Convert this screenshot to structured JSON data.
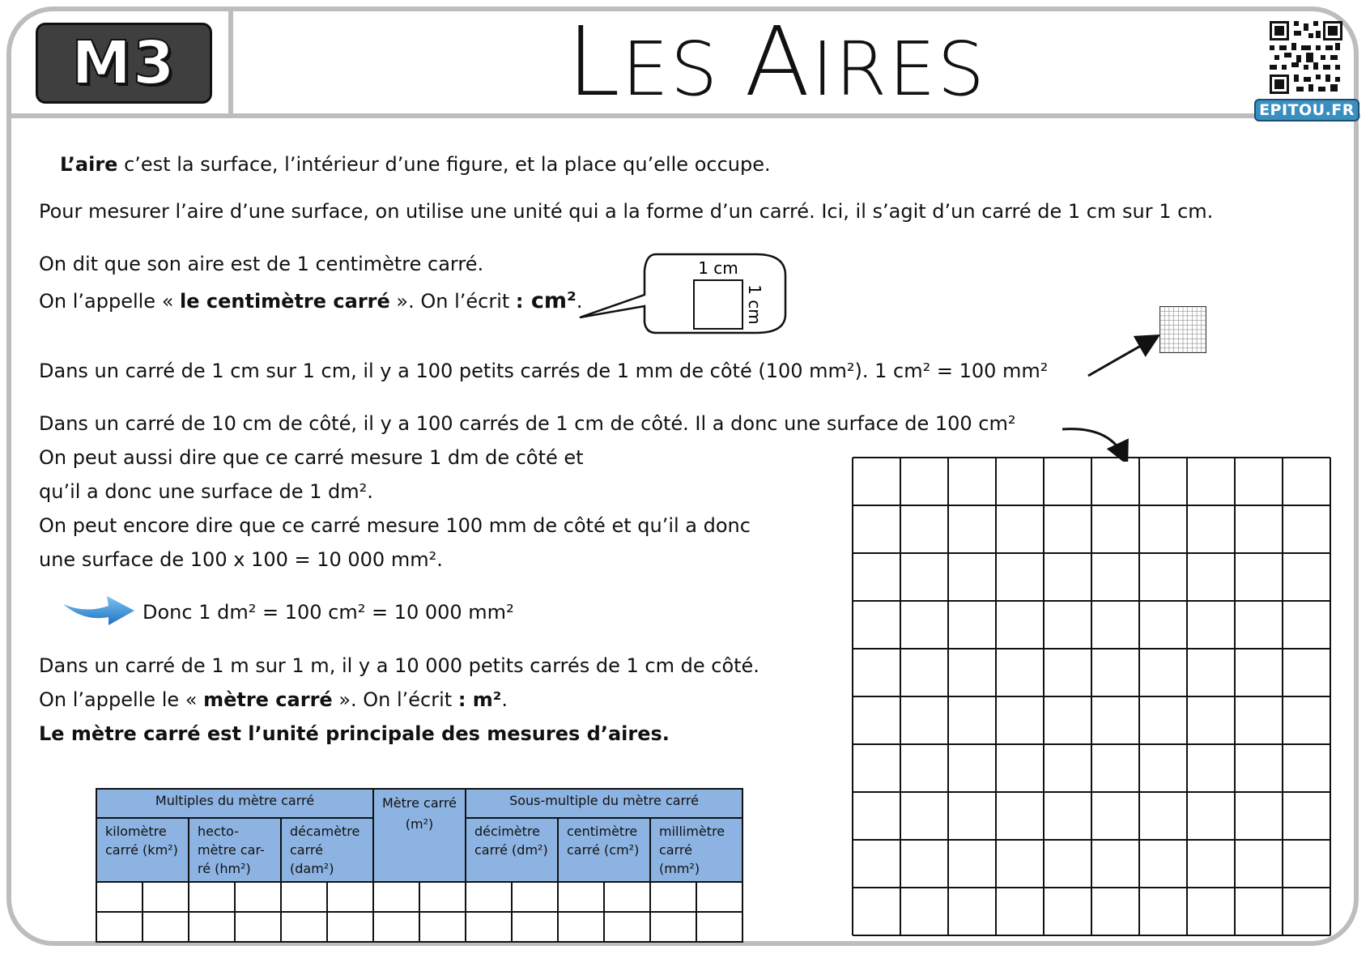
{
  "header": {
    "badge": "M3",
    "title_first": "L",
    "title_rest": "ES ",
    "title_second": "A",
    "title_second_rest": "IRES",
    "brand": "EPITOU.FR"
  },
  "paragraphs": {
    "p1_bold": "L’aire",
    "p1_rest": " c’est la surface, l’intérieur d’une figure, et la place qu’elle occupe.",
    "p2": "Pour mesurer l’aire d’une surface, on utilise une unité qui a la forme d’un carré. Ici, il s’agit d’un carré de 1 cm sur 1 cm.",
    "p3": "On dit que son aire est de 1 centimètre carré.",
    "p4_a": "On l’appelle « ",
    "p4_bold": "le centimètre carré",
    "p4_b": " ». On l’écrit ",
    "p4_colon": ":",
    "p4_unit": " cm²",
    "p4_end": ".",
    "p5": "Dans un carré de 1 cm sur 1 cm, il y a 100 petits carrés de 1 mm  de côté (100 mm²). 1 cm² = 100 mm²",
    "p6": "Dans un carré de 10 cm de côté, il y a 100 carrés de 1 cm de côté. Il a donc une surface de 100 cm²",
    "p7": "On peut aussi dire que ce carré mesure 1 dm de côté et",
    "p8": "qu’il a donc une surface de 1 dm².",
    "p9": "On peut encore dire que ce carré mesure 100 mm  de côté et qu’il a donc",
    "p10": "une surface de 100 x 100 = 10 000 mm².",
    "p11": "Donc 1 dm² = 100 cm² = 10 000 mm²",
    "p12": "Dans un carré de 1 m  sur  1 m, il y a 10 000 petits carrés de 1 cm de côté.",
    "p13_a": "On l’appelle le « ",
    "p13_bold": "mètre carré",
    "p13_b": " ». On l’écrit ",
    "p13_colon": ":",
    "p13_unit": " m²",
    "p13_end": ".",
    "p14": "Le mètre carré est l’unité principale des mesures d’aires."
  },
  "bubble": {
    "top_label": "1 cm",
    "side_label": "1 cm"
  },
  "table": {
    "multiples": "Multiples du mètre carré",
    "metre": "Mètre carré (m²)",
    "submultiples": "Sous-multiple du mètre carré",
    "units": [
      "kilomètre carré (km²)",
      "hecto-mètre car-ré (hm²)",
      "décamètre carré (dam²)",
      "décimètre carré (dm²)",
      "centimètre carré (cm²)",
      "millimètre carré (mm²)"
    ]
  },
  "colors": {
    "table_header": "#8db3e2",
    "frame": "#bdbdbd",
    "arrow_blue": "#2e8fd6"
  }
}
